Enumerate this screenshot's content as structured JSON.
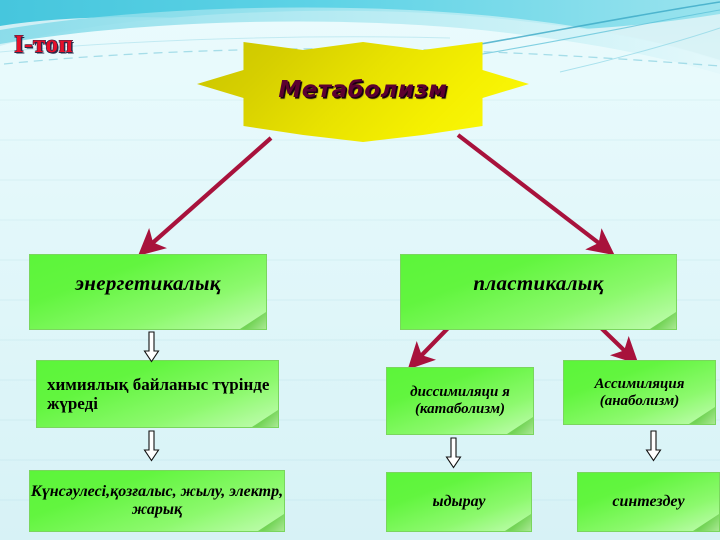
{
  "slide": {
    "group_label": "I-топ",
    "background_color": "#d9f3f6",
    "accent_red": "#e8102a",
    "arrow_color": "#a8123c",
    "box_green": "#5cf53a",
    "star_yellow": "#e8e200",
    "title_text_color": "#5c0030"
  },
  "title": {
    "text": "Метаболизм",
    "shape": "star-burst"
  },
  "branches": [
    {
      "id": "energy",
      "label": "энергетикалық",
      "children": [
        {
          "id": "chem",
          "label": "химиялық байланыс түрінде жүреді"
        },
        {
          "id": "sun",
          "label": "Күнсәулесі,қозғалыс, жылу, электр, жарық"
        }
      ]
    },
    {
      "id": "plastic",
      "label": "пластикалық",
      "children": [
        {
          "id": "dissim",
          "label": "диссимиляци я (катаболизм)"
        },
        {
          "id": "assim",
          "label": "Ассимиляция (анаболизм)"
        }
      ]
    }
  ],
  "boxes": {
    "energy": "энергетикалық",
    "plastic": "пластикалық",
    "chem": "химиялық байланыс түрінде жүреді",
    "dissim": "диссимиляци я (катаболизм)",
    "assim": "Ассимиляция (анаболизм)",
    "sun": "Күнсәулесі,қозғалыс, жылу, электр, жарық",
    "decay": "ыдырау",
    "synth": "синтездеу"
  },
  "icons": {
    "down_block_arrow": "down-block-arrow-icon",
    "diagonal_arrow": "diagonal-arrow-icon"
  }
}
